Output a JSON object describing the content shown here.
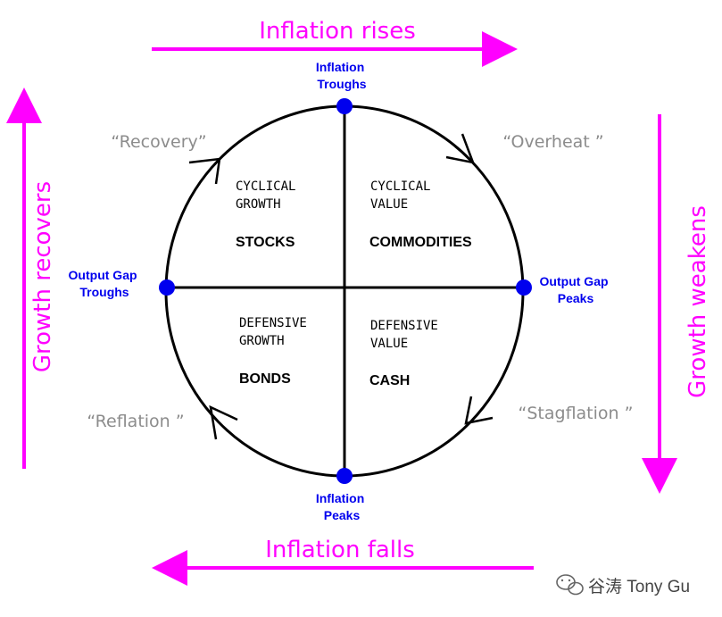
{
  "colors": {
    "magenta": "#ff00ff",
    "blue": "#0000ee",
    "gray": "#8c8c8c",
    "black": "#000000",
    "watermark": "#444444"
  },
  "arrows": {
    "top_label": "Inflation rises",
    "bottom_label": "Inflation falls",
    "left_label": "Growth recovers",
    "right_label": "Growth weakens"
  },
  "points": {
    "top": [
      "Inflation",
      "Troughs"
    ],
    "bottom": [
      "Inflation",
      "Peaks"
    ],
    "left": [
      "Output Gap",
      "Troughs"
    ],
    "right": [
      "Output Gap",
      "Peaks"
    ]
  },
  "phases": {
    "recovery": "“Recovery”",
    "overheat": "“Overheat ”",
    "stagflation": "“Stagflation ”",
    "reflation": "“Reflation ”"
  },
  "quadrants": {
    "top_left": {
      "line1": "CYCLICAL",
      "line2": "GROWTH",
      "asset": "STOCKS"
    },
    "top_right": {
      "line1": "CYCLICAL",
      "line2": "VALUE",
      "asset": "COMMODITIES"
    },
    "bottom_left": {
      "line1": "DEFENSIVE",
      "line2": "GROWTH",
      "asset": "BONDS"
    },
    "bottom_right": {
      "line1": "DEFENSIVE",
      "line2": "VALUE",
      "asset": "CASH"
    }
  },
  "watermark": {
    "icon": "wechat-icon",
    "text": "谷涛 Tony Gu"
  }
}
